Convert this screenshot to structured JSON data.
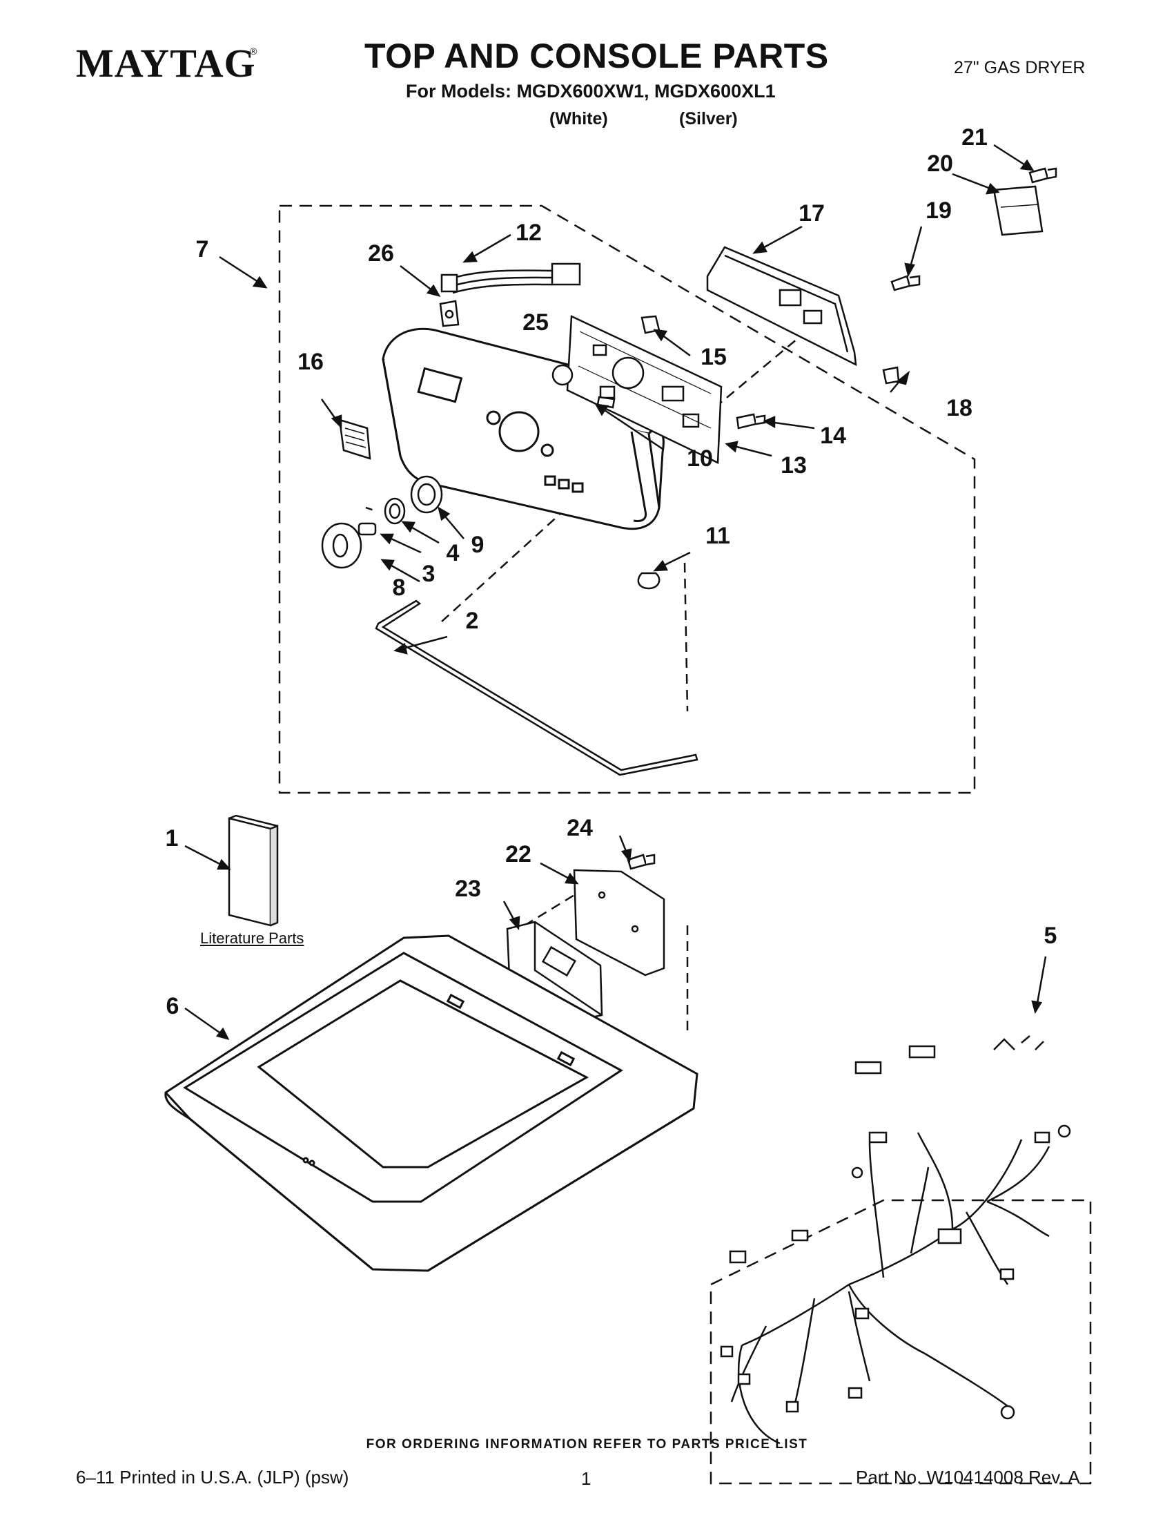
{
  "header": {
    "brand": "MAYTAG",
    "brand_mark": "®",
    "title": "TOP AND CONSOLE PARTS",
    "models_line": "For Models: MGDX600XW1, MGDX600XL1",
    "color_white": "(White)",
    "color_silver": "(Silver)",
    "product_type": "27\" GAS DRYER"
  },
  "callouts": [
    "1",
    "2",
    "3",
    "4",
    "5",
    "6",
    "7",
    "8",
    "9",
    "10",
    "11",
    "12",
    "13",
    "14",
    "15",
    "16",
    "17",
    "18",
    "19",
    "20",
    "21",
    "22",
    "23",
    "24",
    "25",
    "26"
  ],
  "literature_label": "Literature Parts",
  "footer": {
    "ordering_note": "FOR ORDERING INFORMATION REFER TO PARTS PRICE LIST",
    "print_info": "6–11 Printed in U.S.A. (JLP) (psw)",
    "page_number": "1",
    "part_number": "Part No. W10414008 Rev. A"
  }
}
